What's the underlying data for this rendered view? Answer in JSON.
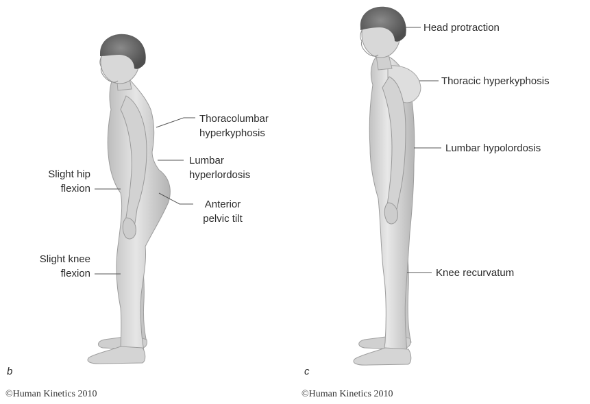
{
  "panels": [
    {
      "letter": "b",
      "copyright": "©Human Kinetics 2010",
      "labels": {
        "thoracolumbar": [
          "Thoracolumbar",
          "hyperkyphosis"
        ],
        "lumbar": [
          "Lumbar",
          "hyperlordosis"
        ],
        "anterior": [
          "Anterior",
          "pelvic tilt"
        ],
        "hip": [
          "Slight hip",
          "flexion"
        ],
        "knee": [
          "Slight knee",
          "flexion"
        ]
      }
    },
    {
      "letter": "c",
      "copyright": "©Human Kinetics 2010",
      "labels": {
        "head": "Head protraction",
        "thoracic": "Thoracic hyperkyphosis",
        "lumbar": "Lumbar hypolordosis",
        "knee": "Knee recurvatum"
      }
    }
  ],
  "colors": {
    "skin_light": "#e4e4e4",
    "skin_mid": "#c9c9c9",
    "skin_dark": "#9a9a9a",
    "hair": "#6e6e6e",
    "leader": "#555555"
  }
}
